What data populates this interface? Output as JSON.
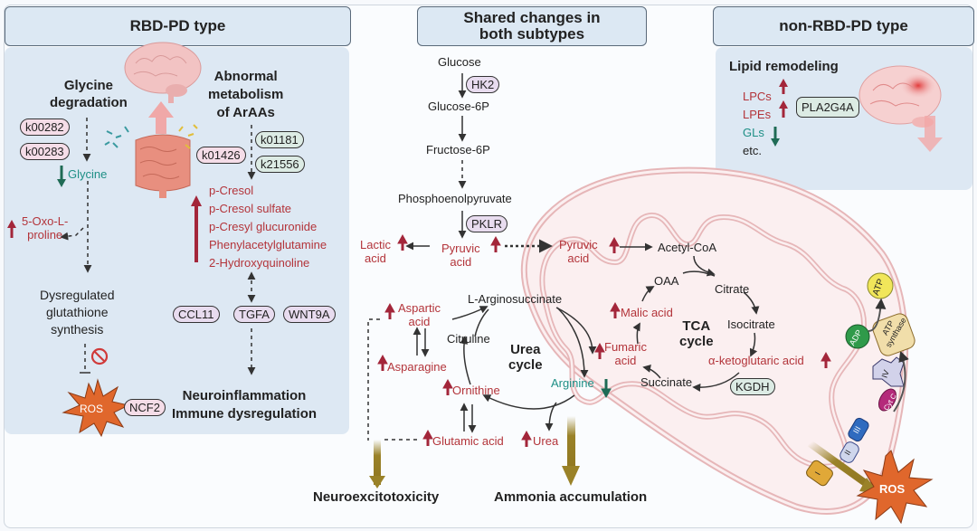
{
  "panels": {
    "left": {
      "title": "RBD-PD type",
      "glycine_heading": "Glycine\ndegradation",
      "glycine_enzymes": [
        "k00282",
        "k00283"
      ],
      "glycine_label": "Glycine",
      "oxo_proline": "5-Oxo-L-\nproline",
      "glutathione": "Dysregulated\nglutathione\nsynthesis",
      "ros_label": "ROS",
      "ncf2": "NCF2",
      "arаa_heading": "Abnormal\nmetabolism\nof ArAAs",
      "araa_enzyme_left": "k01426",
      "araa_enzymes_right": [
        "k01181",
        "k21556"
      ],
      "metabolites": [
        "p-Cresol",
        "p-Cresol sulfate",
        "p-Cresyl glucuronide",
        "Phenylacetylglutamine",
        "2-Hydroxyquinoline"
      ],
      "cytokines": [
        "CCL11",
        "TGFA",
        "WNT9A"
      ],
      "outcome": "Neuroinflammation\nImmune dysregulation"
    },
    "center": {
      "title": "Shared changes in\nboth subtypes",
      "glycolysis": [
        "Glucose",
        "Glucose-6P",
        "Fructose-6P",
        "Phosphoenolpyruvate"
      ],
      "hk2": "HK2",
      "pklr": "PKLR",
      "lactic": "Lactic\nacid",
      "pyruvic": "Pyruvic\nacid",
      "pyruvic_mito": "Pyruvic\nacid",
      "acetyl": "Acetyl-CoA",
      "urea_cycle": {
        "title": "Urea\ncycle",
        "argininosuccinate": "L-Arginosuccinate",
        "citruline": "Citruline",
        "ornithine": "Ornithine",
        "arginine": "Arginine",
        "aspartic": "Aspartic\nacid",
        "asparagine": "Asparagine",
        "glutamic": "Glutamic acid",
        "urea": "Urea",
        "fumaric": "Fumaric\nacid"
      },
      "tca_cycle": {
        "title": "TCA\ncycle",
        "oaa": "OAA",
        "citrate": "Citrate",
        "isocitrate": "Isocitrate",
        "akg": "α-ketoglutaric acid",
        "succinate": "Succinate",
        "malic": "Malic acid",
        "kgdh": "KGDH"
      },
      "etc": {
        "atp": "ATP",
        "adp": "ADP",
        "atp_synthase": "ATP\nsynthase",
        "complexes": [
          "I",
          "II",
          "III",
          "IV"
        ],
        "cytc": "Cyt C",
        "ros": "ROS"
      },
      "outcomes": [
        "Neuroexcitotoxicity",
        "Ammonia accumulation"
      ]
    },
    "right": {
      "title": "non-RBD-PD type",
      "heading": "Lipid remodeling",
      "lipids": [
        {
          "name": "LPCs",
          "direction": "up"
        },
        {
          "name": "LPEs",
          "direction": "up"
        },
        {
          "name": "GLs",
          "direction": "down"
        },
        {
          "name": "etc.",
          "direction": "none"
        }
      ],
      "enzyme": "PLA2G4A"
    }
  },
  "colors": {
    "up": "#a3263a",
    "down": "#1f6b55",
    "teal_text": "#1e8f86",
    "red_text": "#b3343a",
    "panel_bg": "#dde8f3",
    "olive_arrow": "#9a8228",
    "ros": "#e0672c"
  }
}
